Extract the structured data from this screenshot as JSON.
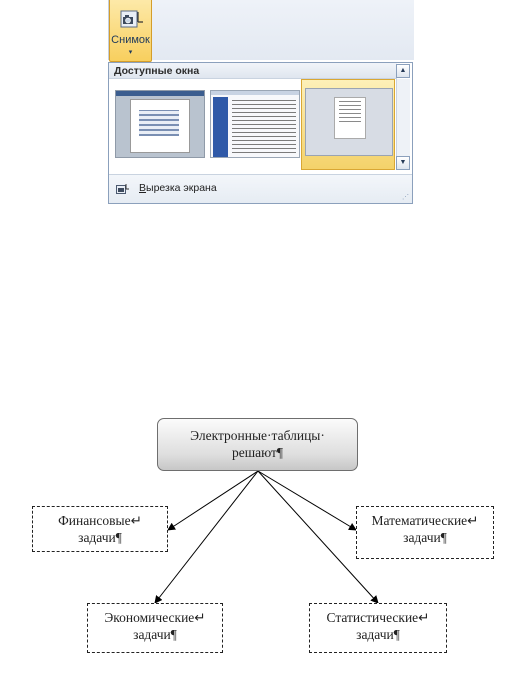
{
  "ribbon": {
    "snapshot_button": {
      "label": "Снимок",
      "dropdown_glyph": "▾"
    }
  },
  "gallery": {
    "header": "Доступные окна",
    "scroll_up_glyph": "▲",
    "scroll_down_glyph": "▼",
    "thumbnails": [
      {
        "name": "window-thumbnail-1",
        "selected": false
      },
      {
        "name": "window-thumbnail-2",
        "selected": false
      },
      {
        "name": "window-thumbnail-3",
        "selected": true
      }
    ],
    "footer": {
      "mnemonic": "В",
      "label_rest": "ырезка экрана",
      "grip": "⋰"
    }
  },
  "diagram": {
    "root": {
      "line1": "Электронные·таблицы·",
      "line2": "решают¶"
    },
    "nodes": [
      {
        "id": "fin",
        "line1": "Финансовые↵",
        "line2": "задачи¶"
      },
      {
        "id": "mat",
        "line1": "Математические↵",
        "line2": "задачи¶"
      },
      {
        "id": "eco",
        "line1": "Экономические↵",
        "line2": "задачи¶"
      },
      {
        "id": "sta",
        "line1": "Статистические↵",
        "line2": "задачи¶"
      }
    ]
  },
  "colors": {
    "accent_selected": "#f8cf5e",
    "ribbon_border": "#8ba0bc"
  }
}
